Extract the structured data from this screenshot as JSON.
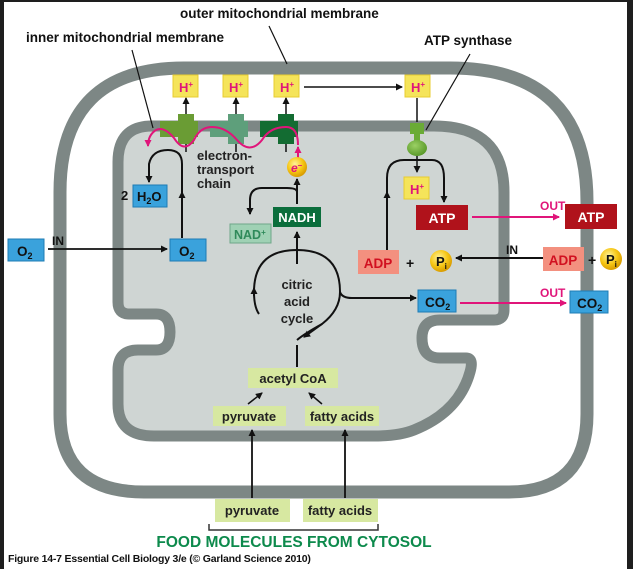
{
  "figure": {
    "caption": "Figure 14-7  Essential Cell Biology 3/e (© Garland Science 2010)",
    "labels": {
      "outer_membrane": "outer mitochondrial membrane",
      "inner_membrane": "inner mitochondrial membrane",
      "atp_synthase": "ATP synthase",
      "etc_line1": "electron-",
      "etc_line2": "transport",
      "etc_line3": "chain",
      "cycle_line1": "citric",
      "cycle_line2": "acid",
      "cycle_line3": "cycle",
      "food": "FOOD MOLECULES FROM CYTOSOL"
    },
    "proton": "H",
    "proton_charge": "+",
    "electron": "e",
    "electron_charge": "–",
    "flow_labels": {
      "in_o2": "IN",
      "out_atp": "OUT",
      "in_adp": "IN",
      "out_co2": "OUT"
    },
    "molecules": {
      "o2_base": "O",
      "o2_sub": "2",
      "water_coef": "2",
      "water_base": "H",
      "water_sub": "2",
      "water_tail": "O",
      "nadh": "NADH",
      "nad": "NAD",
      "nad_charge": "+",
      "atp": "ATP",
      "adp": "ADP",
      "plus": "+",
      "pi_base": "P",
      "pi_sub": "i",
      "co2_base": "CO",
      "co2_sub": "2",
      "acetyl_coa": "acetyl CoA",
      "pyruvate": "pyruvate",
      "fatty_acids": "fatty acids"
    },
    "colors": {
      "membrane": "#7d8785",
      "matrix": "#cfd5d3",
      "proton_box": "#f5e45a",
      "proton_text": "#e0157a",
      "o2_box": "#3aa2dc",
      "nadh_box": "#0b6e3c",
      "nad_box": "#9fd1b4",
      "atp_box": "#b0121b",
      "adp_box": "#f3907f",
      "pi_ball": "#f6c615",
      "food_box": "#d7e8a1",
      "food_text": "#0d8a4c",
      "electron_path": "#e0157a",
      "etc_complex1": "#6a9c34",
      "etc_complex2": "#5e9f7b",
      "etc_complex3": "#136c32",
      "synthase": "#6aab36"
    }
  }
}
